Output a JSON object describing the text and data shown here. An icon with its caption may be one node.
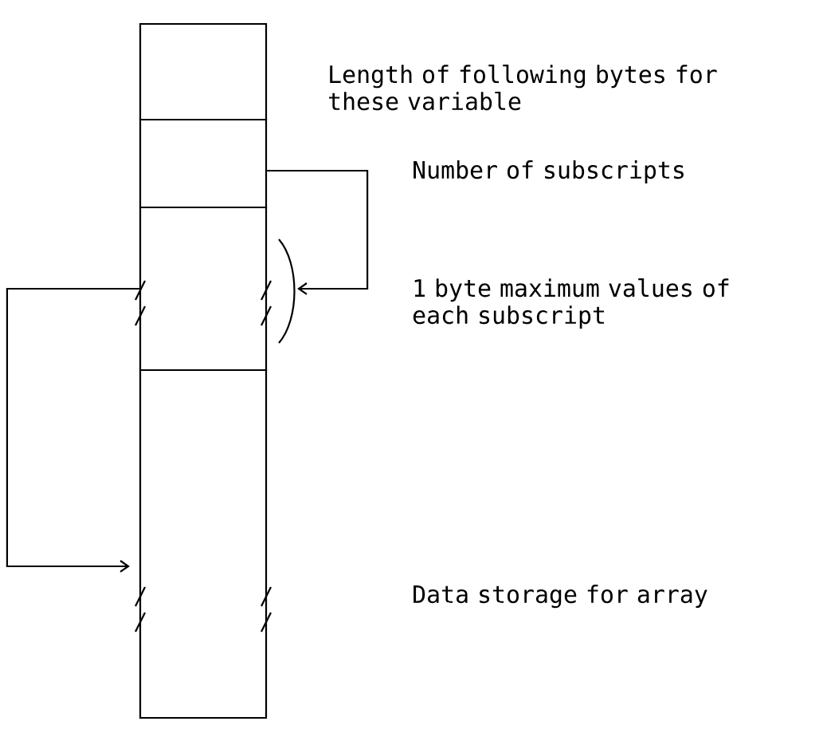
{
  "diagram": {
    "nodes": [
      {
        "text": [],
        "shape": "box"
      },
      {
        "text": [],
        "shape": "box"
      },
      {
        "text": [],
        "shape": "box"
      },
      {
        "text": [],
        "shape": "box"
      }
    ],
    "edges": [
      {
        "from": 1,
        "to": 2,
        "arrow": "to"
      },
      {
        "from": 2,
        "to": 3,
        "arrow": "to"
      }
    ],
    "labels": [
      "Length of following bytes for these variable",
      "Number of subscripts",
      "1 byte maximum values of each subscript",
      "Data storage for array"
    ]
  }
}
